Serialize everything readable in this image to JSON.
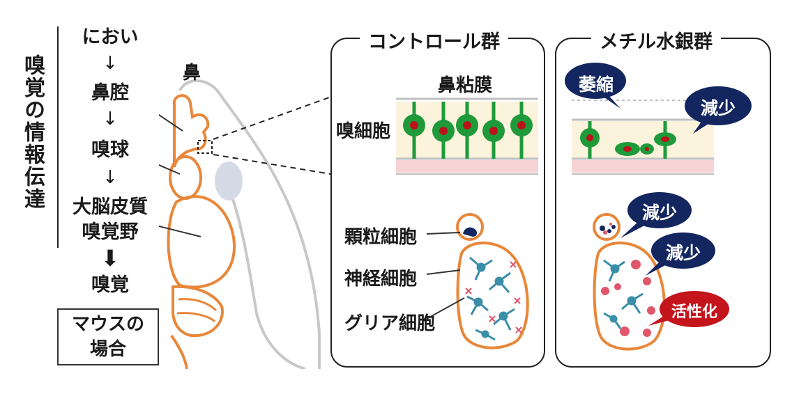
{
  "pathway": {
    "title": "嗅覚の情報伝達",
    "steps": [
      "におい",
      "鼻腔",
      "嗅球",
      "大脳皮質\n嗅覚野",
      "嗅覚"
    ],
    "arrow_glyph": "↓",
    "big_arrow_glyph": "⬇"
  },
  "species_box": {
    "text": "マウスの\n場合"
  },
  "mouse": {
    "nose_label": "鼻",
    "outline_color": "#e8873a",
    "body_color": "#c8c8c8"
  },
  "control_panel": {
    "title": "コントロール群",
    "mucosa_label": "鼻粘膜",
    "olfactory_cell_label": "嗅細胞",
    "granule_cell_label": "顆粒細胞",
    "neuron_label": "神経細胞",
    "glia_label": "グリア細胞"
  },
  "mercury_panel": {
    "title": "メチル水銀群",
    "bubbles": [
      "萎縮",
      "減少",
      "減少",
      "減少",
      "活性化"
    ]
  },
  "colors": {
    "navy": "#13265f",
    "red": "#c4141c",
    "green": "#1e9a3a",
    "cell_red": "#b8141a",
    "cream": "#fbf3dc",
    "pink": "#f6d3d5",
    "gray_line": "#bfbfbf",
    "neuron": "#3a8ea8",
    "glia": "#e0566a",
    "orange": "#e8873a"
  }
}
